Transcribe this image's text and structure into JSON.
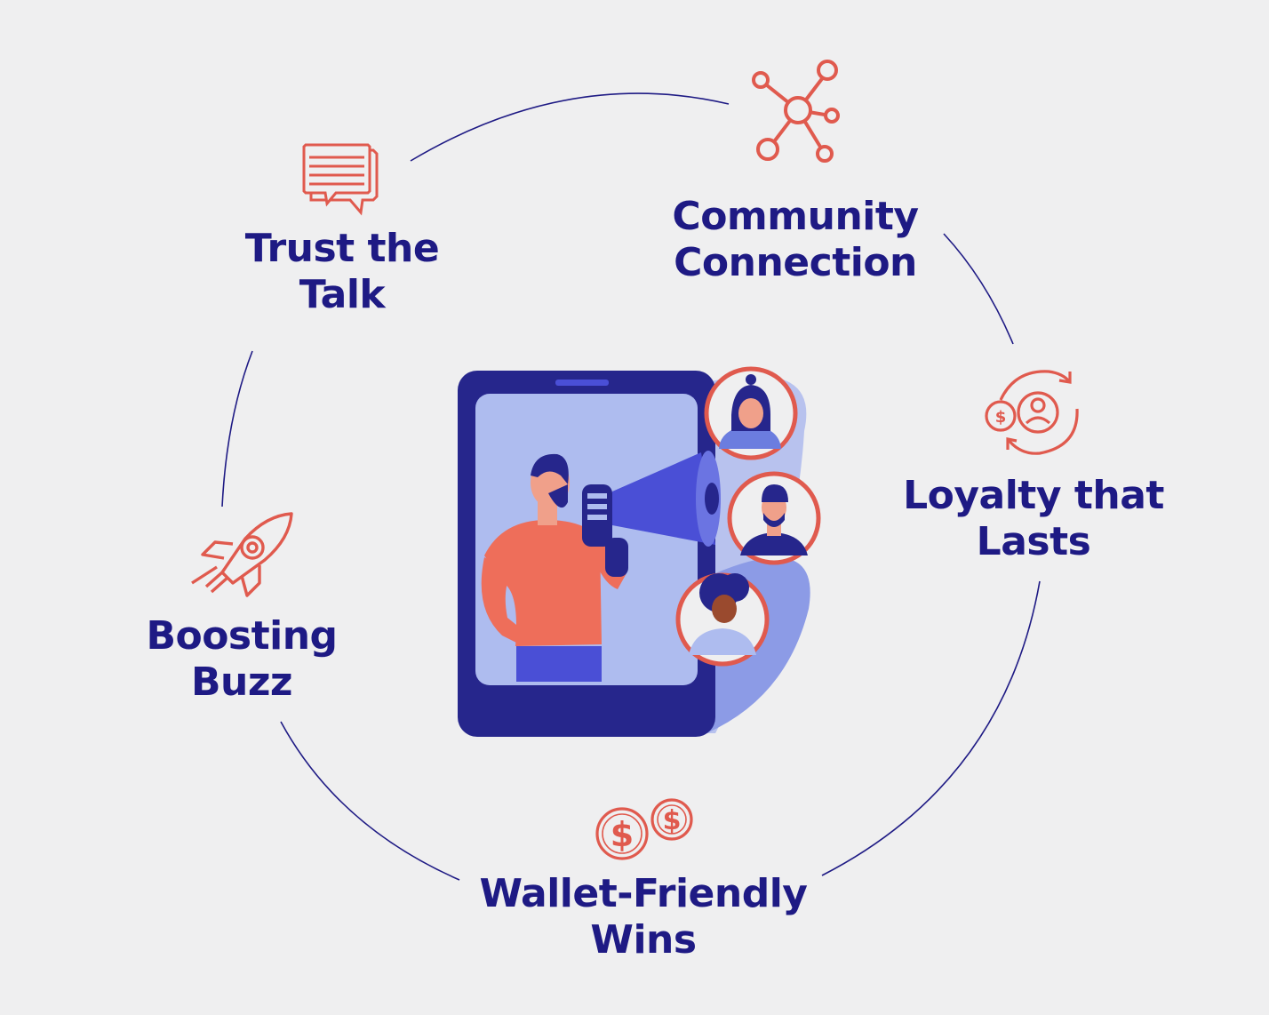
{
  "colors": {
    "background": "#efeff0",
    "text": "#1e1a84",
    "icon": "#e05a4e",
    "ring": "#1e1a84",
    "phone_frame": "#2a2a8f",
    "phone_screen": "#aebcef",
    "megaphone": "#4a4fd6",
    "shirt": "#ee6e5a"
  },
  "items": [
    {
      "id": "trust",
      "line1": "Trust the",
      "line2": "Talk",
      "icon": "chat-bubbles-icon"
    },
    {
      "id": "community",
      "line1": "Community",
      "line2": "Connection",
      "icon": "network-hub-icon"
    },
    {
      "id": "loyalty",
      "line1": "Loyalty that",
      "line2": "Lasts",
      "icon": "customer-cycle-icon"
    },
    {
      "id": "wallet",
      "line1": "Wallet-Friendly",
      "line2": "Wins",
      "icon": "dollar-coins-icon"
    },
    {
      "id": "buzz",
      "line1": "Boosting",
      "line2": "Buzz",
      "icon": "rocket-icon"
    }
  ],
  "center_illustration": "megaphone-influencer-illustration"
}
